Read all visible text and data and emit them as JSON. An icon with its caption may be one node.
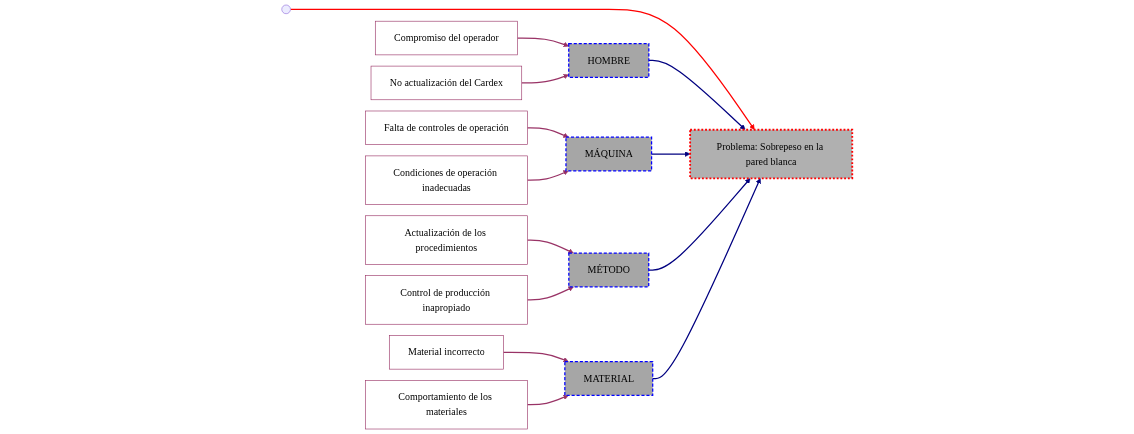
{
  "diagram": {
    "nodes": [
      {
        "text": [
          "HOMBRE"
        ]
      },
      {
        "text": [
          "MÁQUINA"
        ]
      },
      {
        "text": [
          "Compromiso del operador"
        ]
      },
      {
        "text": [
          "Falta de controles de operación"
        ]
      },
      {
        "text": [
          "No actualización del Cardex"
        ]
      },
      {
        "text": [
          "Condiciones de operación inadecuadas"
        ]
      },
      {
        "text": [
          "Problema: Sobrepeso en la pared blanca"
        ]
      },
      {
        "text": [
          "Actualización de los procedimientos"
        ]
      },
      {
        "text": [
          "Control de producción inapropiado"
        ]
      },
      {
        "text": [
          "Material incorrecto"
        ]
      },
      {
        "text": [
          "Comportamiento de los materiales"
        ]
      },
      {
        "text": [
          "MÉTODO"
        ]
      },
      {
        "text": [
          "MATERIAL"
        ]
      }
    ],
    "edges": [
      {
        "from": null,
        "to": 6,
        "arrow": "to",
        "color": "#ff0000"
      },
      {
        "from": 0,
        "to": 6,
        "arrow": "to",
        "color": "#000080"
      },
      {
        "from": 1,
        "to": 6,
        "arrow": "to",
        "color": "#000080"
      },
      {
        "from": 11,
        "to": 6,
        "arrow": "to",
        "color": "#000080"
      },
      {
        "from": 12,
        "to": 6,
        "arrow": "to",
        "color": "#000080"
      },
      {
        "from": 2,
        "to": 0,
        "arrow": "to"
      },
      {
        "from": 4,
        "to": 0,
        "arrow": "to"
      },
      {
        "from": 3,
        "to": 1,
        "arrow": "to"
      },
      {
        "from": 5,
        "to": 1,
        "arrow": "to"
      },
      {
        "from": 7,
        "to": 11,
        "arrow": "to"
      },
      {
        "from": 8,
        "to": 11,
        "arrow": "to"
      },
      {
        "from": 9,
        "to": 12,
        "arrow": "to"
      },
      {
        "from": 10,
        "to": 12,
        "arrow": "to"
      }
    ]
  }
}
